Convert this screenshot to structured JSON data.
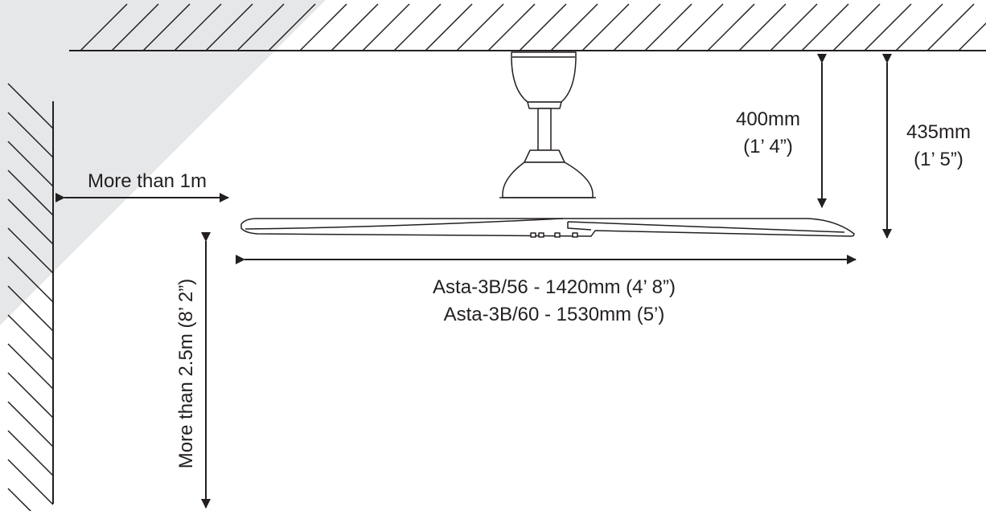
{
  "colors": {
    "line": "#231f20",
    "shade": "#e6e7e8",
    "fan_fill": "#ffffff"
  },
  "labels": {
    "down_rod_height": [
      "400mm",
      "(1’ 4”)"
    ],
    "overall_height": [
      "435mm",
      "(1’ 5”)"
    ],
    "wall_clearance": "More than 1m",
    "floor_clearance": "More than 2.5m (8’ 2”)",
    "sweep_56": "Asta-3B/56 - 1420mm (4’ 8”)",
    "sweep_60": "Asta-3B/60 - 1530mm (5’)"
  },
  "icons": {
    "ceiling": "ceiling-hatch-icon",
    "wall": "wall-hatch-icon",
    "fan": "ceiling-fan-icon"
  }
}
